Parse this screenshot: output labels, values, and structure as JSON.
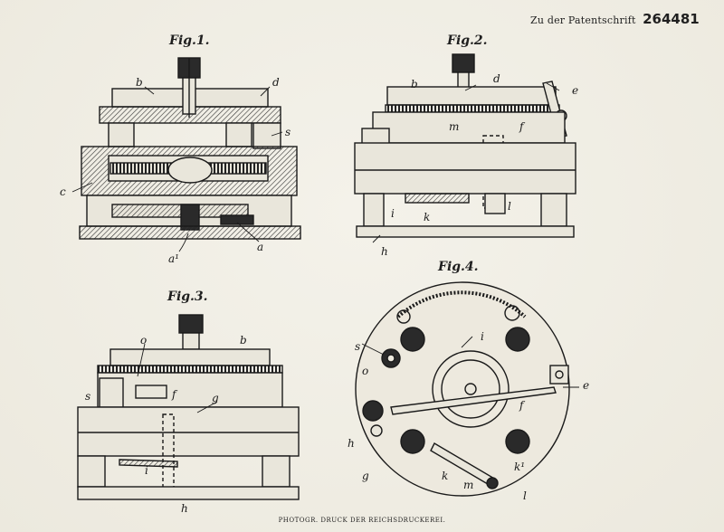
{
  "header": {
    "prefix": "Zu der Patentschrift",
    "number": "264481"
  },
  "footer": "PHOTOGR. DRUCK DER REICHSDRUCKEREI.",
  "figures": [
    {
      "title": "Fig.1.",
      "labels": [
        "b",
        "d",
        "s",
        "c",
        "a",
        "a¹"
      ]
    },
    {
      "title": "Fig.2.",
      "labels": [
        "b",
        "d",
        "e",
        "m",
        "f",
        "i",
        "k",
        "l",
        "h"
      ]
    },
    {
      "title": "Fig.3.",
      "labels": [
        "o",
        "b",
        "s",
        "f",
        "g",
        "i",
        "h"
      ]
    },
    {
      "title": "Fig.4.",
      "labels": [
        "s",
        "i",
        "o",
        "e",
        "f",
        "h",
        "g",
        "k",
        "m",
        "k¹",
        "l"
      ]
    }
  ]
}
